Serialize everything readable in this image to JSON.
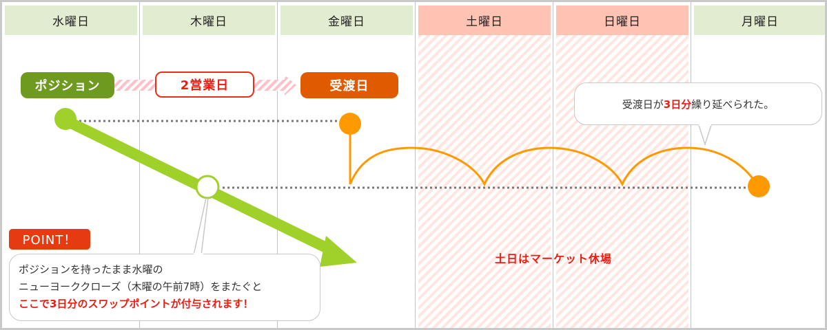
{
  "days": [
    {
      "label": "水曜日",
      "type": "weekday"
    },
    {
      "label": "木曜日",
      "type": "weekday"
    },
    {
      "label": "金曜日",
      "type": "weekday"
    },
    {
      "label": "土曜日",
      "type": "weekend"
    },
    {
      "label": "日曜日",
      "type": "weekend"
    },
    {
      "label": "月曜日",
      "type": "weekday"
    }
  ],
  "flow": {
    "position_label": "ポジション",
    "business_days_label": "2営業日",
    "delivery_label": "受渡日"
  },
  "delay_callout": {
    "prefix": "受渡日が",
    "highlight": "3日分",
    "suffix": "繰り延べられた。"
  },
  "point": {
    "badge": "POINT！",
    "line1": "ポジションを持ったまま水曜の",
    "line2": "ニューヨーククローズ（木曜の午前7時）をまたぐと",
    "line3": "ここで3日分のスワップポイントが付与されます！"
  },
  "weekend_note": "土日はマーケット休場",
  "colors": {
    "weekday_header": "#e2ecd0",
    "weekend_header": "#ffc3b3",
    "position_green": "#6e9a1f",
    "line_green": "#9fd12a",
    "delivery_orange": "#e05b00",
    "orange_line": "#ff9900",
    "accent_red": "#ee1b10"
  }
}
